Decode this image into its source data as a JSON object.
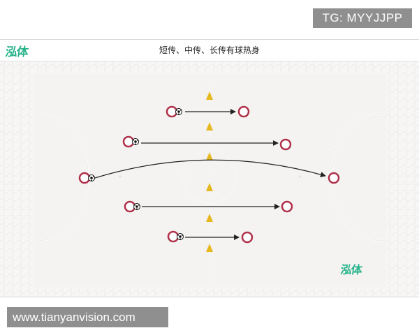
{
  "watermark_top": "TG: MYYJJPP",
  "watermark_bottom": "www.tianyanvision.com",
  "header": {
    "logo_text": "泓体",
    "title": "短传、中传、长传有球热身"
  },
  "pitch_logo": "泓体",
  "colors": {
    "player_ring": "#b0304a",
    "cone": "#e5b820",
    "arrow": "#222222",
    "field_line": "#ffffff",
    "logo": "#27b38a"
  },
  "icons": {
    "player": "ring-marker",
    "ball": "soccer-ball",
    "cone": "triangle-cone"
  }
}
